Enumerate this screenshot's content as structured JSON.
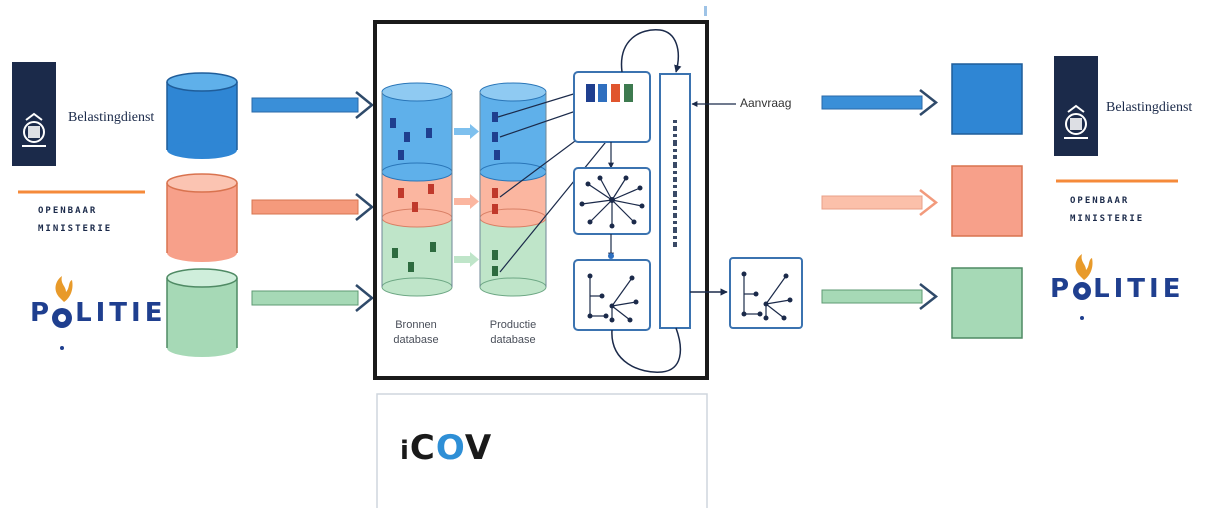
{
  "left_orgs": {
    "belastingdienst": "Belastingdienst",
    "openbaar_ministerie_line1": "OPENBAAR",
    "openbaar_ministerie_line2": "MINISTERIE",
    "politie_p": "P",
    "politie_rest": "LITIE"
  },
  "right_orgs": {
    "belastingdienst": "Belastingdienst",
    "openbaar_ministerie_line1": "OPENBAAR",
    "openbaar_ministerie_line2": "MINISTERIE",
    "politie_p": "P",
    "politie_rest": "LITIE"
  },
  "labels": {
    "bronnen_line1": "Bronnen",
    "bronnen_line2": "database",
    "productie_line1": "Productie",
    "productie_line2": "database",
    "aanvraag": "Aanvraag"
  },
  "logo": {
    "i": "i",
    "c": "C",
    "o": "O",
    "v": "V"
  },
  "colors": {
    "blue": "#3a8fd8",
    "orange": "#f59a7c",
    "green": "#9fd3b0",
    "navy": "#1b2a4a",
    "om_orange": "#f58a3a",
    "politie_blue": "#1f3f8f"
  },
  "icons": {
    "crest": "crest-icon",
    "flame": "flame-icon",
    "network": "network-graph-icon",
    "tree": "tree-graph-icon"
  }
}
